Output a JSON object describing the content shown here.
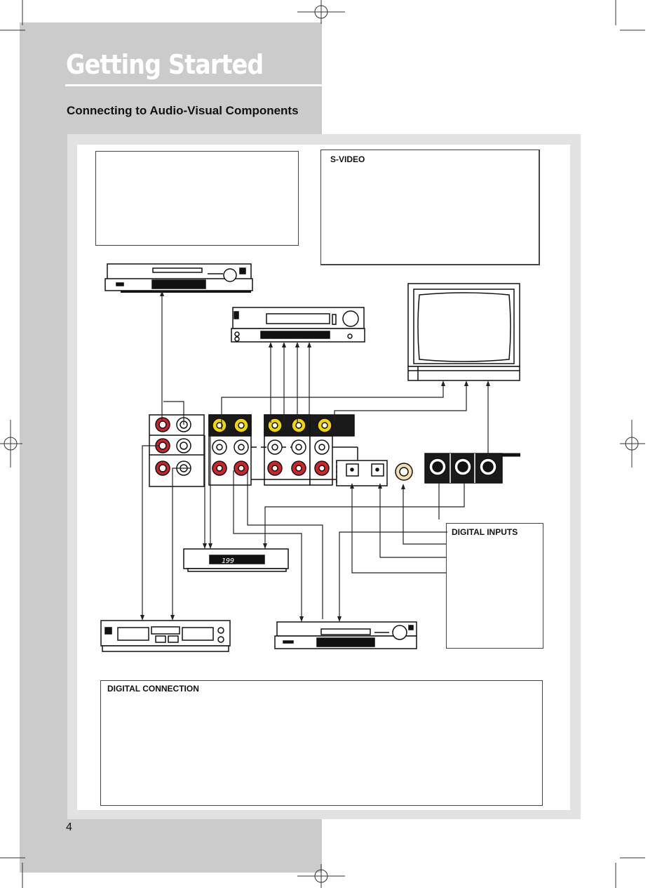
{
  "header": {
    "title": "Getting Started",
    "subtitle": "Connecting to Audio-Visual Components"
  },
  "boxes": {
    "top_left": {
      "label": ""
    },
    "svideo": {
      "label": "S-VIDEO"
    },
    "digital_inputs": {
      "label": "DIGITAL INPUTS"
    },
    "digital_connection": {
      "label": "DIGITAL CONNECTION"
    }
  },
  "devices": {
    "tuner_display": "199"
  },
  "footer": {
    "page_number": "4"
  },
  "colors": {
    "sidebar_gray": "#cbcbcb",
    "panel_gray": "#e2e2e2",
    "jack_red": "#d2232a",
    "jack_yellow": "#f2d600",
    "jack_dark": "#1a1a1a"
  },
  "icons": [
    "crop-mark-icon",
    "registration-target-icon",
    "rca-jack-icon",
    "s-video-jack-icon",
    "optical-jack-icon",
    "coaxial-jack-icon"
  ]
}
